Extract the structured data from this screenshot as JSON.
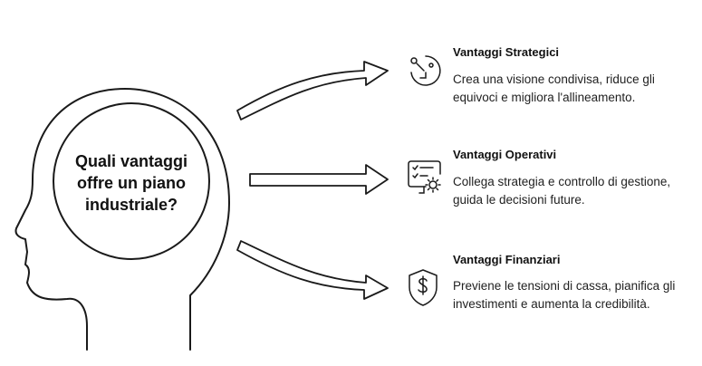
{
  "question": "Quali vantaggi offre un piano industriale?",
  "colors": {
    "stroke": "#1a1a1a",
    "background": "#ffffff"
  },
  "items": [
    {
      "title": "Vantaggi Strategici",
      "description": "Crea una visione condivisa, riduce gli equivoci e migliora l'allineamento.",
      "icon": "strategy-path-icon"
    },
    {
      "title": "Vantaggi Operativi",
      "description": "Collega strategia e controllo di gestione, guida le decisioni future.",
      "icon": "dashboard-gear-icon"
    },
    {
      "title": "Vantaggi Finanziari",
      "description": "Previene le tensioni di cassa, pianifica gli investimenti e aumenta la credibilità.",
      "icon": "shield-dollar-icon"
    }
  ]
}
